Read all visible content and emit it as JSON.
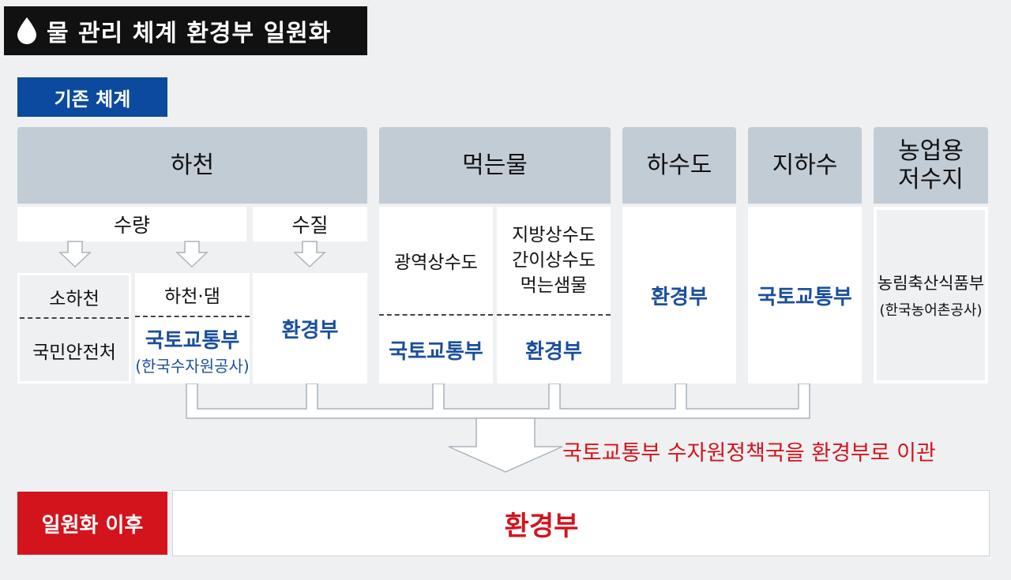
{
  "title": "물 관리 체계 환경부 일원화",
  "icon": "water-drop-icon",
  "before_label": "기존 체계",
  "after_label": "일원화 이후",
  "columns": {
    "river": {
      "header": "하천",
      "sub_quantity": "수량",
      "sub_quality": "수질"
    },
    "drinking": {
      "header": "먹는물"
    },
    "sewer": {
      "header": "하수도"
    },
    "groundwater": {
      "header": "지하수"
    },
    "agri": {
      "header_line1": "농업용",
      "header_line2": "저수지"
    }
  },
  "boxes": {
    "small_river_top": "소하천",
    "small_river_bottom": "국민안전처",
    "river_dam_top": "하천·댐",
    "river_dam_bottom": "국토교통부",
    "river_dam_sub": "(한국수자원공사)",
    "quality": "환경부",
    "regional_top": "광역상수도",
    "regional_bottom": "국토교통부",
    "local_line1": "지방상수도",
    "local_line2": "간이상수도",
    "local_line3": "먹는샘물",
    "local_bottom": "환경부",
    "sewer": "환경부",
    "groundwater": "국토교통부",
    "agri_line1": "농림축산식품부",
    "agri_line2": "(한국농어촌공사)"
  },
  "transfer_note": "국토교통부 수자원정책국을 환경부로 이관",
  "final": "환경부",
  "colors": {
    "blue": "#0b4a9e",
    "red": "#d3141d",
    "header_gray": "#c2ccd4"
  }
}
